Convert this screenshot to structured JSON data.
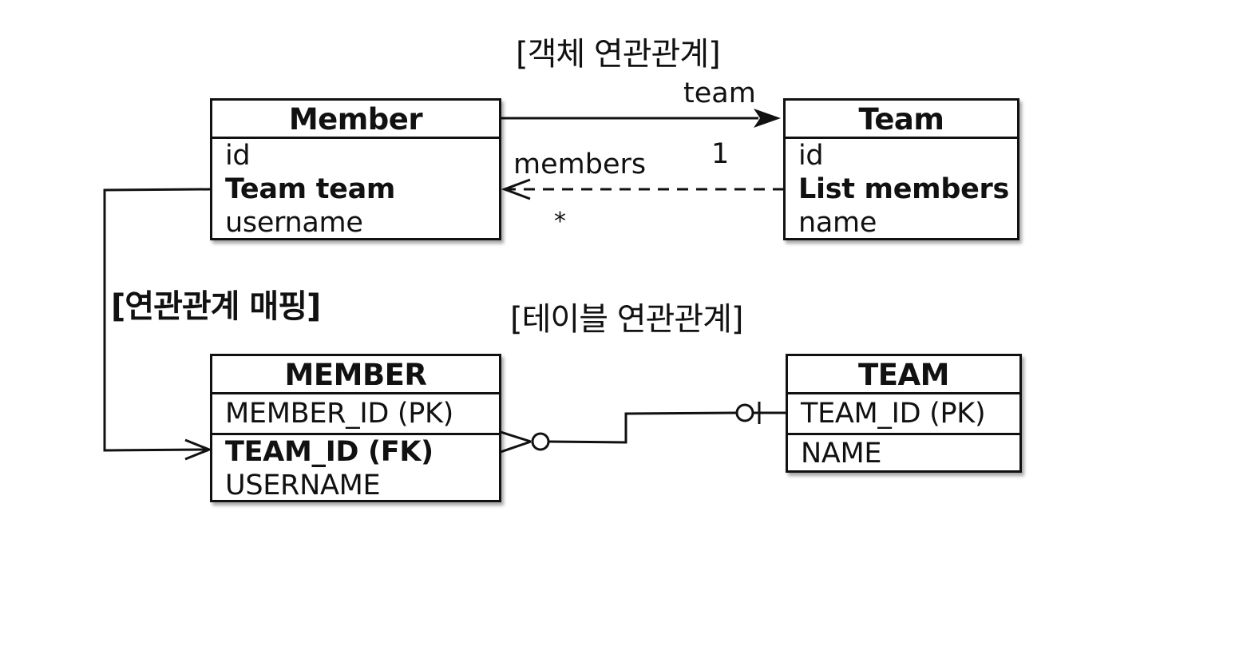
{
  "titles": {
    "object_relation": "[객체 연관관계]",
    "table_relation": "[테이블 연관관계]",
    "mapping": "[연관관계 매핑]"
  },
  "classes": {
    "member": {
      "name": "Member",
      "fields": [
        "id",
        "Team team",
        "username"
      ]
    },
    "team": {
      "name": "Team",
      "fields": [
        "id",
        "List members",
        "name"
      ]
    }
  },
  "tables": {
    "member": {
      "name": "MEMBER",
      "pk": "MEMBER_ID (PK)",
      "fields": [
        "TEAM_ID (FK)",
        "USERNAME"
      ]
    },
    "team": {
      "name": "TEAM",
      "pk": "TEAM_ID (PK)",
      "fields": [
        "NAME"
      ]
    }
  },
  "edge_labels": {
    "team": "team",
    "members": "members",
    "one": "1",
    "many": "*"
  }
}
